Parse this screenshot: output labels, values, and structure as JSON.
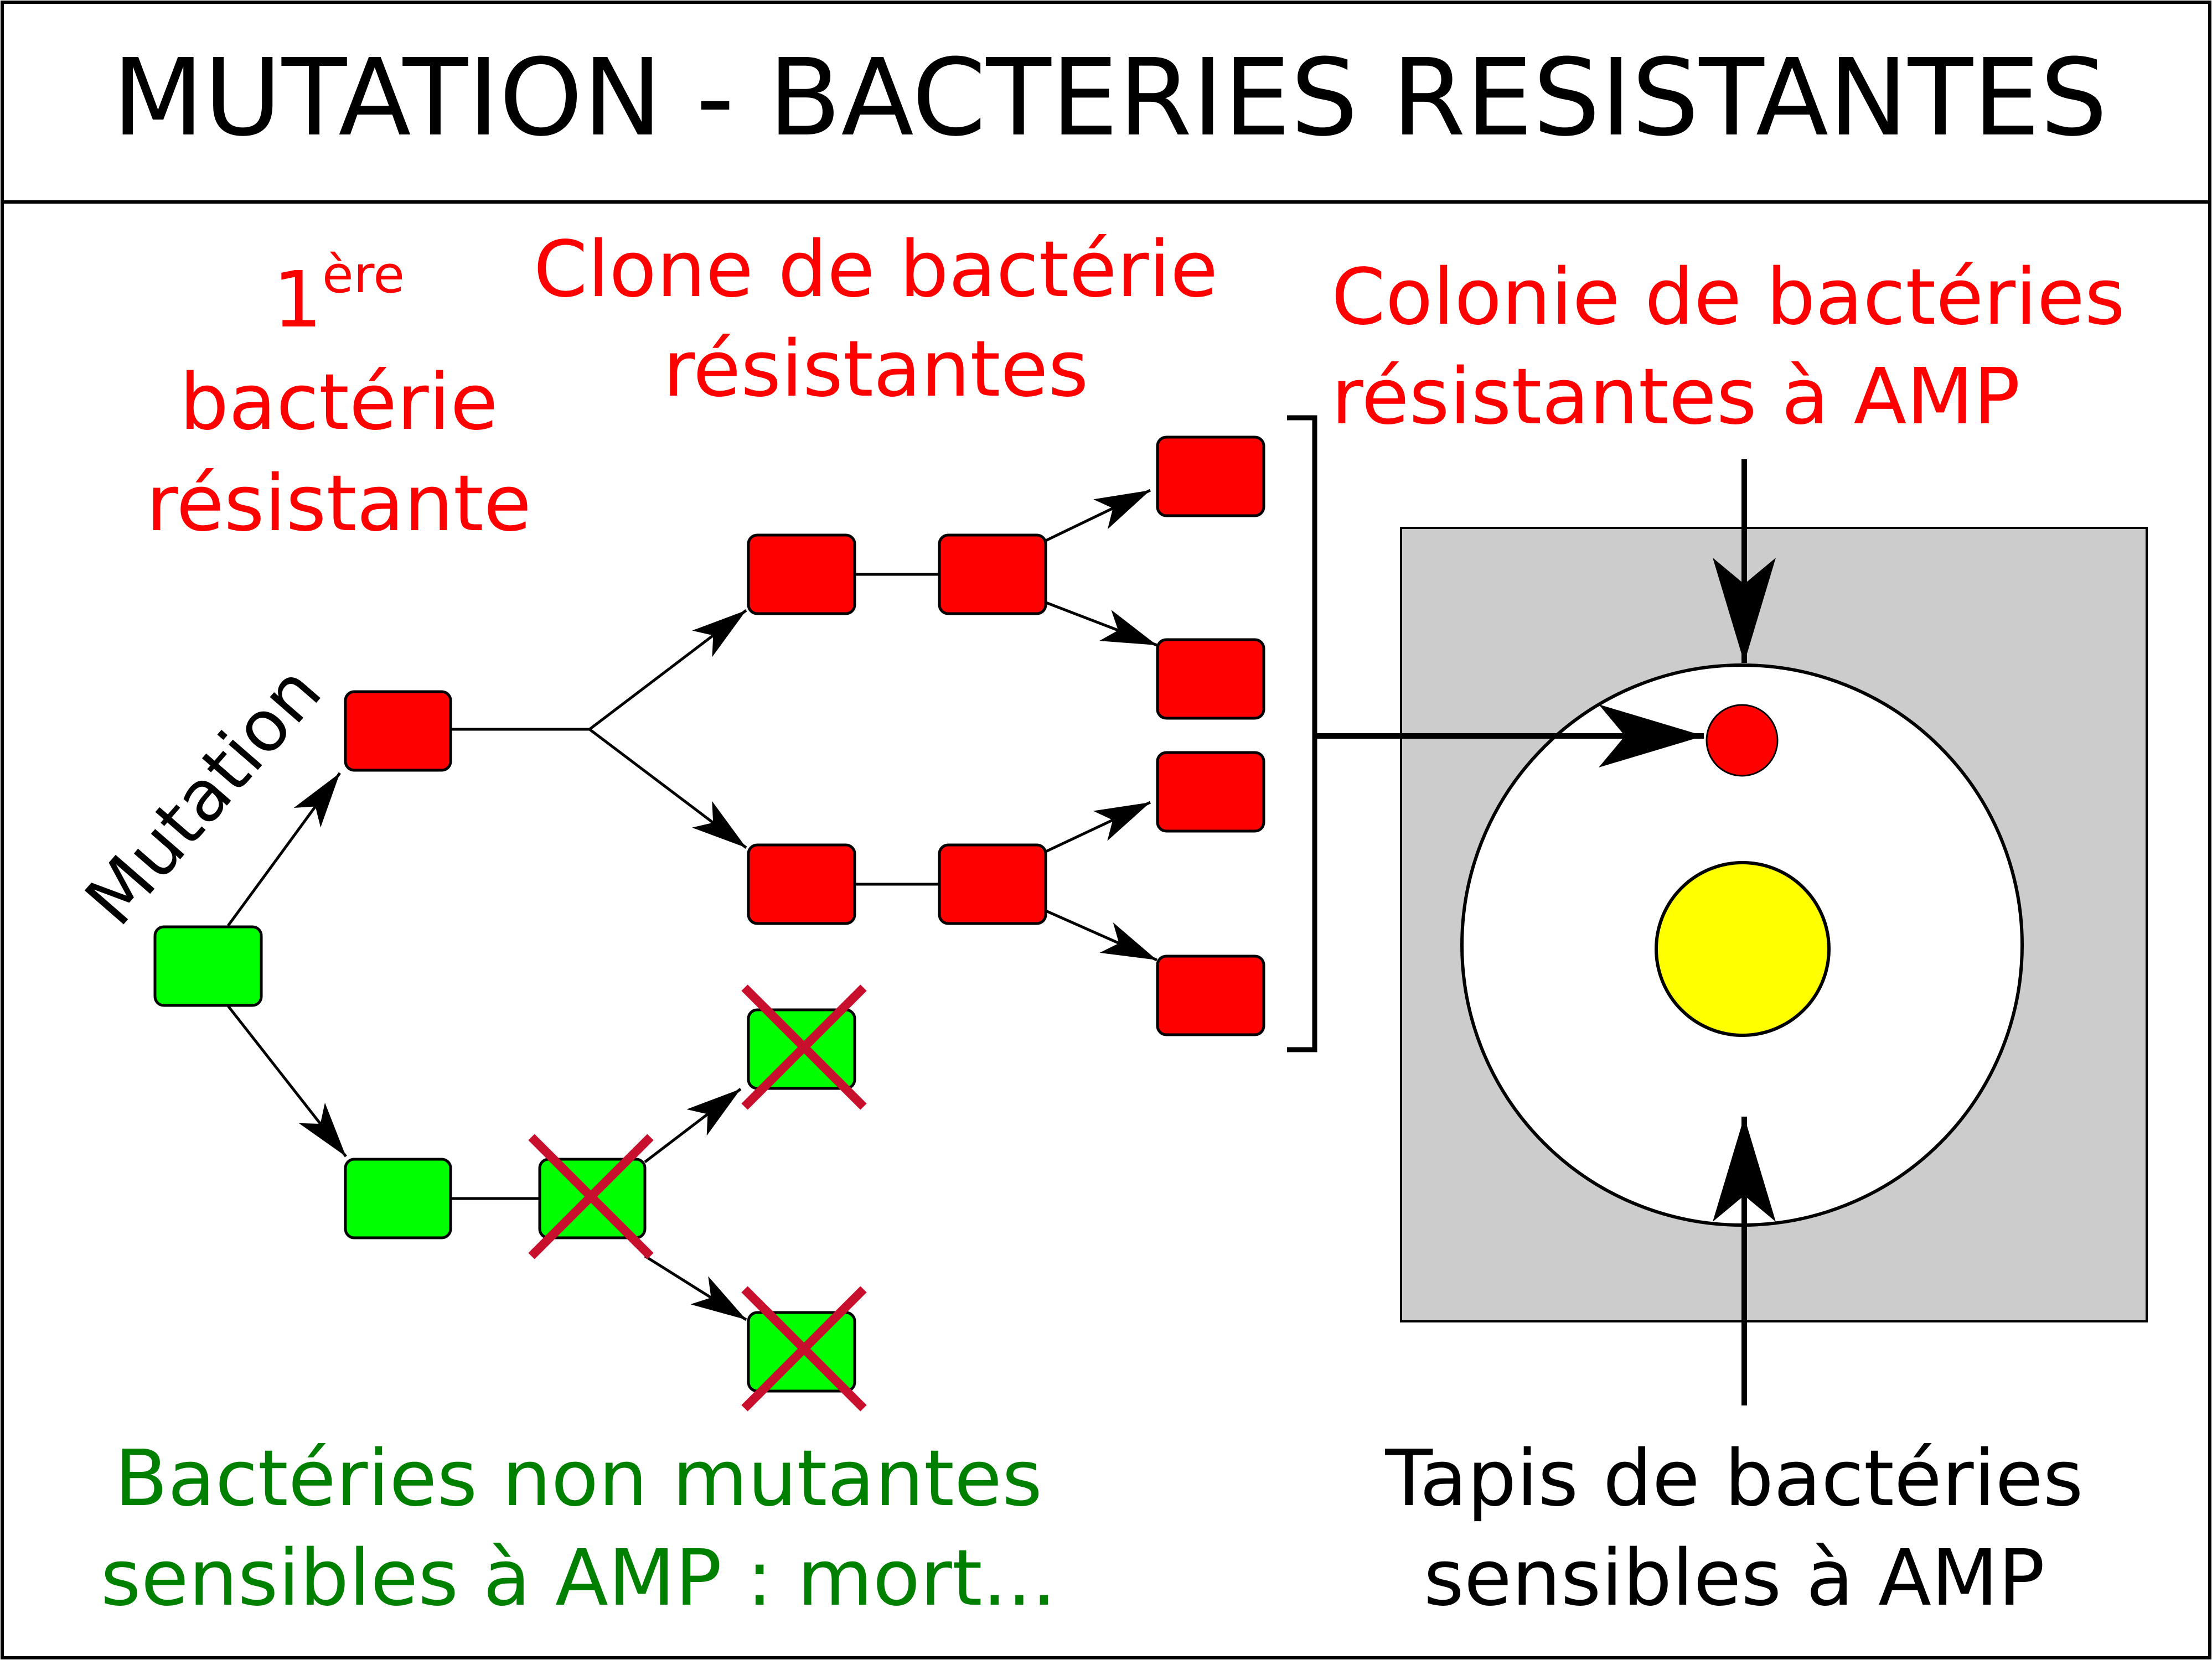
{
  "header": {
    "title": "MUTATION - BACTERIES RESISTANTES"
  },
  "labels": {
    "mutation": "Mutation",
    "first_resistant": {
      "line1_number": "1",
      "line1_superscript": "ère",
      "line2": "bactérie",
      "line3": "résistante"
    },
    "clone": {
      "line1": "Clone de bactérie",
      "line2": "résistantes"
    },
    "colony": {
      "line1": "Colonie de bactéries",
      "line2": "résistantes à AMP"
    },
    "non_mutants": {
      "line1": "Bactéries non mutantes",
      "line2": "sensibles à AMP : mort..."
    },
    "lawn": {
      "line1": "Tapis de bactéries",
      "line2": "sensibles à AMP"
    }
  },
  "colors": {
    "resistant": "#ff0000",
    "sensitive": "#00ff00",
    "dead_cross": "#c8102e",
    "antibiotic_disc": "#ffff00",
    "agar": "#cccccc",
    "red_text": "#ff0000",
    "green_text": "#008000",
    "black": "#000000"
  },
  "icons": {
    "cross": "dead-cross-icon",
    "arrow": "arrow-head-icon"
  }
}
